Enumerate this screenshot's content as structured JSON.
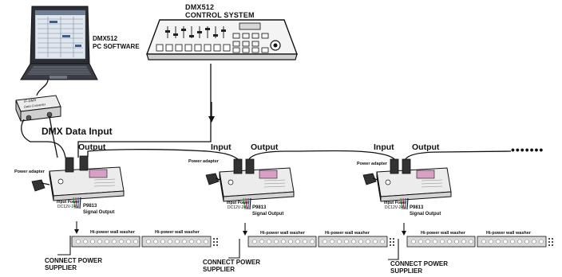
{
  "control_system": {
    "title_line1": "DMX512",
    "title_line2": "CONTROL SYSTEM"
  },
  "pc_software": {
    "line1": "DMX512",
    "line2": "PC SOFTWARE"
  },
  "converter": {
    "label_line1": "IF-DMX",
    "label_line2": "Data Converter"
  },
  "dmx_data_input": "DMX Data Input",
  "continuation": "•••••••",
  "decoders": [
    {
      "input_label": "",
      "output_label": "Output",
      "power_adapter": "Power adapter",
      "input_power": "Input Power",
      "input_power_spec": "DC12V-24V",
      "model": "P9813",
      "signal_output": "Signal Output",
      "washers": [
        "Hi-power wall washer",
        "Hi-power wall washer"
      ],
      "connect_power": "CONNECT POWER",
      "supplier": "SUPPLIER"
    },
    {
      "input_label": "Input",
      "output_label": "Output",
      "power_adapter": "Power adapter",
      "input_power": "Input Power",
      "input_power_spec": "DC12V-24V",
      "model": "P9813",
      "signal_output": "Signal Output",
      "washers": [
        "Hi-power wall washer",
        "Hi-power wall washer"
      ],
      "connect_power": "CONNECT POWER",
      "supplier": "SUPPLIER"
    },
    {
      "input_label": "Input",
      "output_label": "Output",
      "power_adapter": "Power adapter",
      "input_power": "Input Power",
      "input_power_spec": "DC12V-24V",
      "model": "P9813",
      "signal_output": "Signal Output",
      "washers": [
        "Hi-power wall washer",
        "Hi-power wall washer"
      ],
      "connect_power": "CONNECT POWER",
      "supplier": "SUPPLIER"
    }
  ]
}
